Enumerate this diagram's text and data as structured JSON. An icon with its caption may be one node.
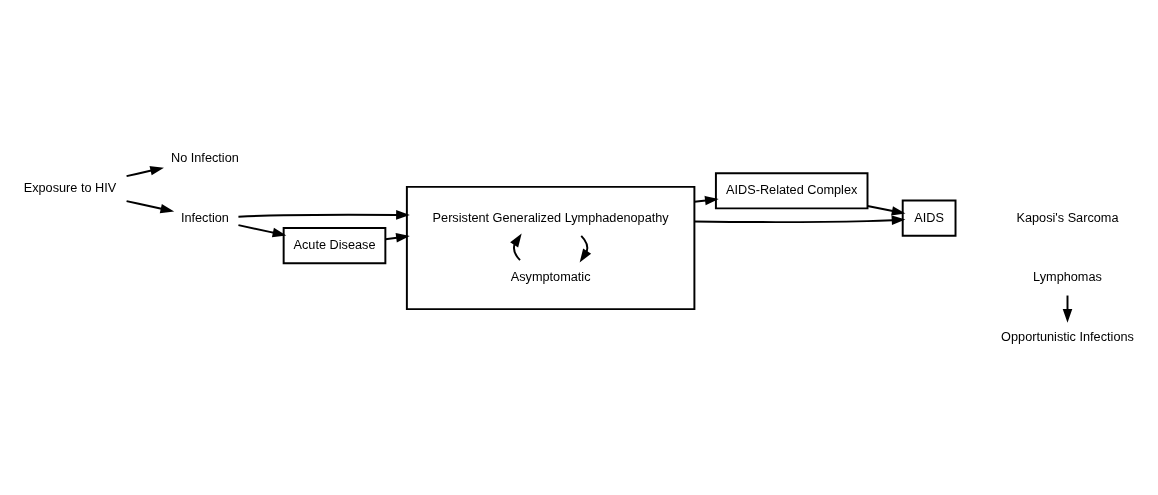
{
  "diagram": {
    "nodes": [
      {
        "text": [
          "Exposure to HIV"
        ]
      },
      {
        "text": [
          "No Infection"
        ]
      },
      {
        "text": [
          "Infection"
        ]
      },
      {
        "text": [],
        "shape": "box"
      },
      {
        "text": [
          "Persistent Generalized Lymphadenopathy"
        ],
        "in": 3
      },
      {
        "text": [
          "Asymptomatic"
        ],
        "in": 3
      },
      {
        "text": [
          "Acute Disease"
        ]
      },
      {
        "text": [
          "AIDS-Related Complex"
        ]
      },
      {
        "text": [
          "AIDS"
        ]
      },
      {
        "text": [
          "Kaposi's Sarcoma"
        ]
      },
      {
        "text": [
          "Lymphomas"
        ]
      },
      {
        "text": [
          "Opportunistic Infections"
        ]
      }
    ],
    "edges": [
      {
        "from": 0,
        "to": 1,
        "arrow": "to"
      },
      {
        "from": 0,
        "to": 2,
        "arrow": "to"
      },
      {
        "from": 2,
        "to": 3,
        "arrow": "to"
      },
      {
        "from": 2,
        "to": 6,
        "arrow": "to"
      },
      {
        "from": 6,
        "to": 3,
        "arrow": "to"
      },
      {
        "from": 4,
        "to": 5,
        "arrow": "to"
      },
      {
        "from": 5,
        "to": 4,
        "arrow": "to"
      },
      {
        "from": 3,
        "to": 7,
        "arrow": "to"
      },
      {
        "from": 3,
        "to": 8,
        "arrow": "to"
      },
      {
        "from": 7,
        "to": 8,
        "arrow": "to"
      },
      {
        "from": 10,
        "to": 11,
        "arrow": "to"
      }
    ]
  }
}
